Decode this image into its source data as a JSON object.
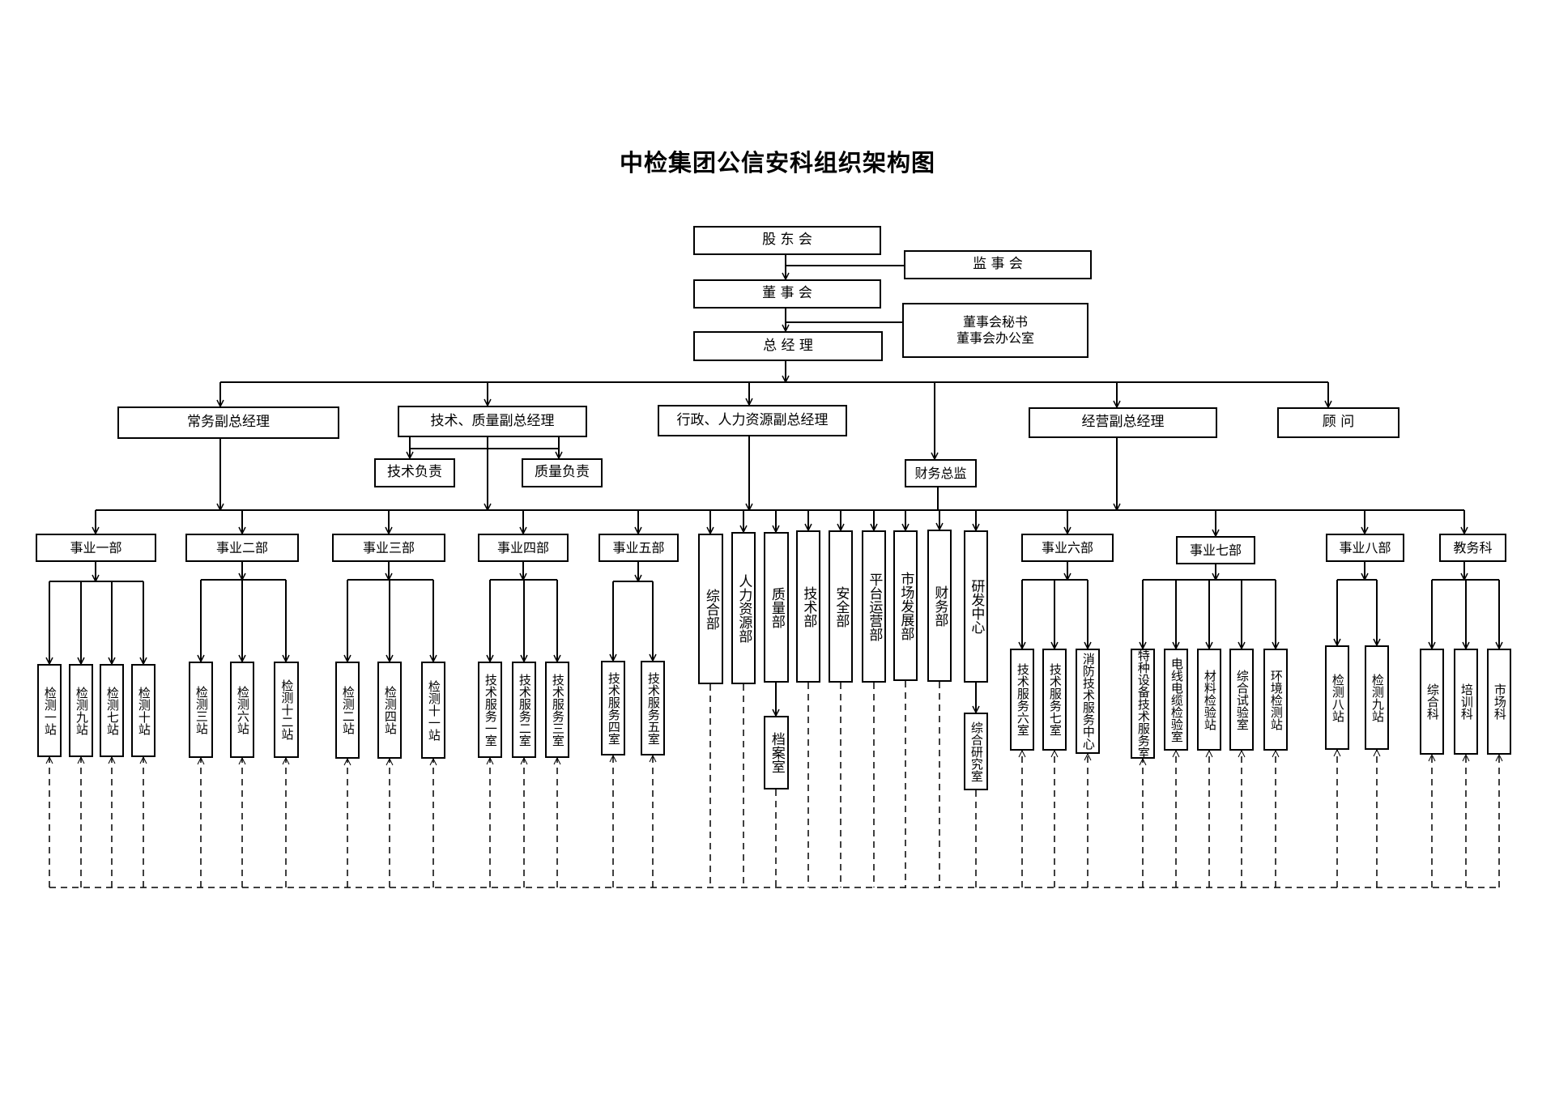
{
  "title": "中检集团公信安科组织架构图",
  "top": {
    "shareholders": "股 东 会",
    "supervisors": "监 事 会",
    "board": "董 事 会",
    "secretary_line1": "董事会秘书",
    "secretary_line2": "董事会办公室",
    "gm": "总 经 理"
  },
  "vps": {
    "executive": "常务副总经理",
    "tech_quality": "技术、质量副总经理",
    "admin_hr": "行政、人力资源副总经理",
    "business": "经营副总经理",
    "advisor": "顾 问",
    "tech_lead": "技术负责",
    "quality_lead": "质量负责",
    "finance_director": "财务总监"
  },
  "divisions": {
    "d1": "事业一部",
    "d2": "事业二部",
    "d3": "事业三部",
    "d4": "事业四部",
    "d5": "事业五部",
    "d6": "事业六部",
    "d7": "事业七部",
    "d8": "事业八部",
    "edu": "教务科"
  },
  "stations": {
    "s1": "检测一站",
    "s9": "检测九站",
    "s7": "检测七站",
    "s10": "检测十站",
    "s3": "检测三站",
    "s6": "检测六站",
    "s12": "检测十二站",
    "s2": "检测二站",
    "s4": "检测四站",
    "s11": "检测十一站",
    "ts1": "技术服务一室",
    "ts2": "技术服务二室",
    "ts3": "技术服务三室",
    "ts4": "技术服务四室",
    "ts5": "技术服务五室",
    "ts6": "技术服务六室",
    "ts7": "技术服务七室",
    "fire": "消防技术服务中心",
    "special": "特种设备技术服务室",
    "cable": "电线电缆检验室",
    "material": "材料检验站",
    "test": "综合试验室",
    "env": "环境检测站",
    "s8b": "检测八站",
    "s9b": "检测九站",
    "edu_general": "综合科",
    "edu_training": "培训科",
    "edu_market": "市场科"
  },
  "departments": {
    "general": "综合部",
    "hr": "人力资源部",
    "quality": "质量部",
    "archive": "档案室",
    "tech": "技术部",
    "safety": "安全部",
    "platform": "平台运营部",
    "market_dev": "市场发展部",
    "finance": "财务部",
    "rnd": "研发中心",
    "research": "综合研究室"
  }
}
